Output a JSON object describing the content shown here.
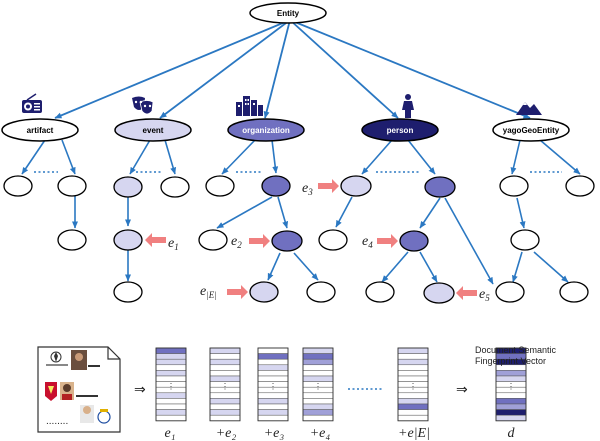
{
  "tree": {
    "root": "Entity",
    "categories": {
      "artifact": "artifact",
      "event": "event",
      "organization": "organization",
      "person": "person",
      "yago": "yagoGeoEntity"
    },
    "entity_labels": {
      "e1": {
        "base": "e",
        "sub": "1"
      },
      "e2": {
        "base": "e",
        "sub": "2"
      },
      "e3": {
        "base": "e",
        "sub": "3"
      },
      "e4": {
        "base": "e",
        "sub": "4"
      },
      "e5": {
        "base": "e",
        "sub": "5"
      },
      "eE": {
        "base": "e",
        "sub": "|E|"
      }
    },
    "ellipsis": "......"
  },
  "fingerprint": {
    "caption_line1": "Document Semantic",
    "caption_line2": "Fingerprint Vector",
    "labels": {
      "v1": "e₁",
      "v2": "+e₂",
      "v3": "+e₃",
      "v4": "+e₄",
      "v5": "+e|E|",
      "d": "d"
    },
    "implies": "⇒",
    "dots_mid": "......",
    "doc_dots": "........"
  },
  "colors": {
    "edge": "#2b78c2",
    "arrow": "#f08080",
    "light_fill": "#d6d6f0",
    "mid_fill": "#7070c0",
    "dark_fill": "#1e1e6e",
    "node_stroke": "#000000"
  }
}
